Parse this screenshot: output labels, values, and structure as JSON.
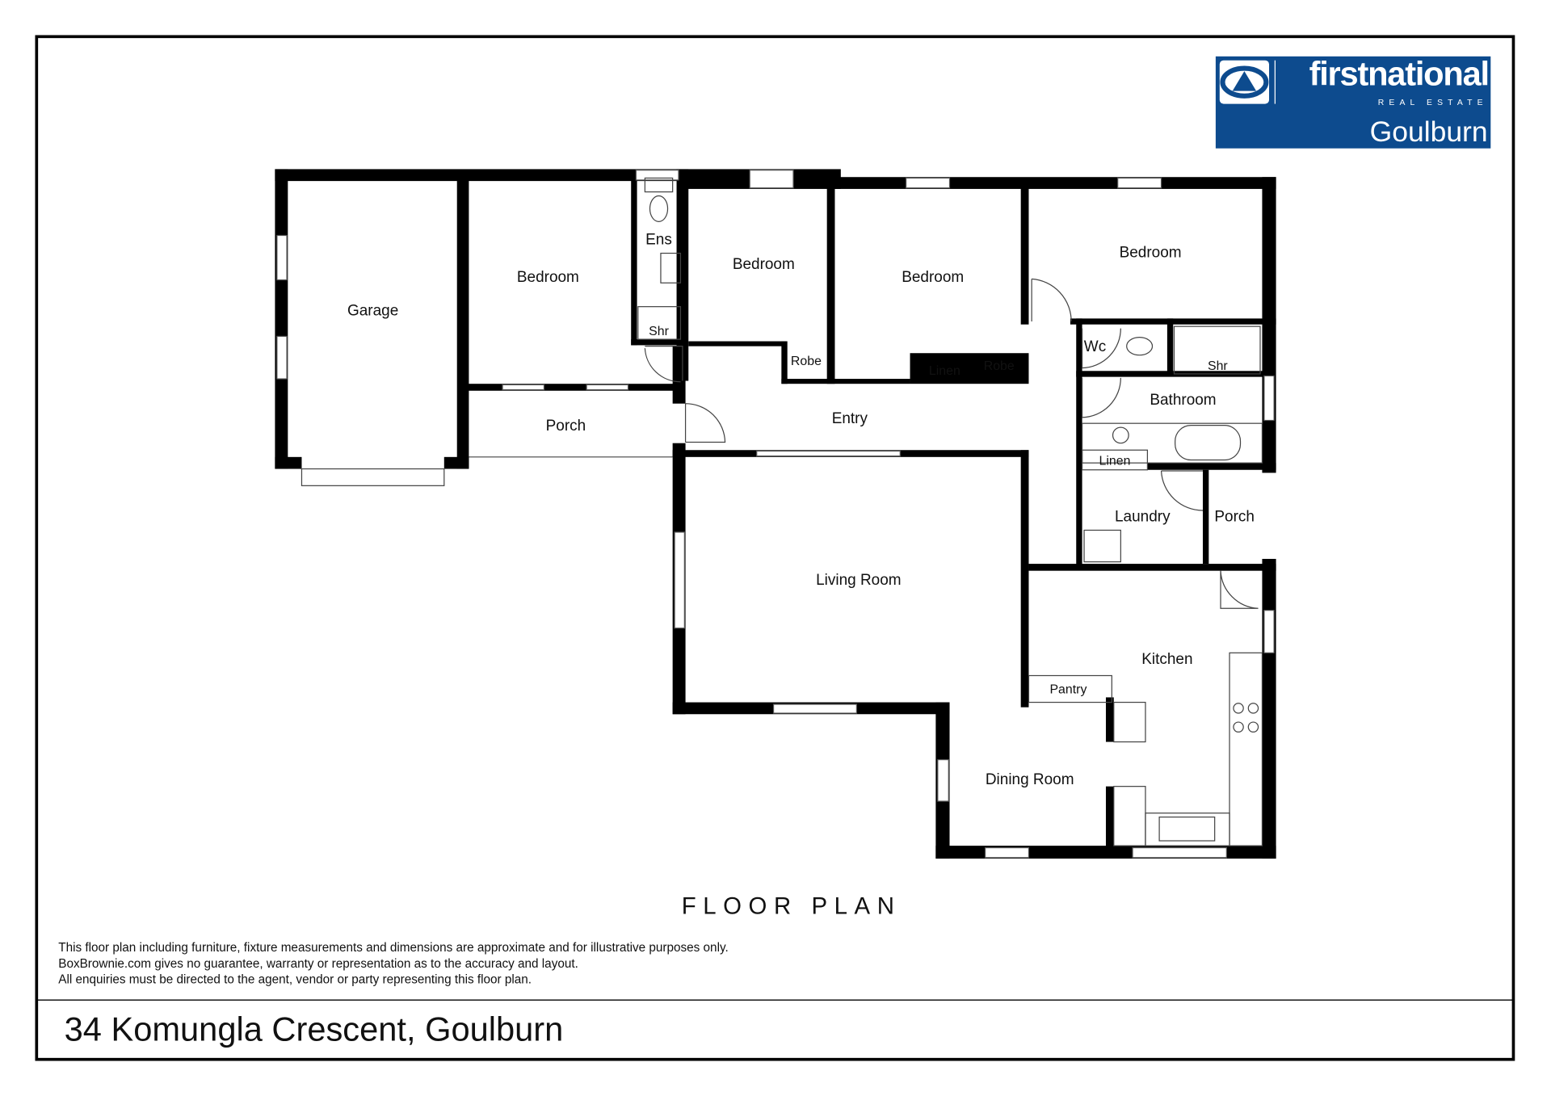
{
  "logo": {
    "brand": "firstnational",
    "tagline": "REAL ESTATE",
    "office": "Goulburn",
    "color": "#0d4b8e"
  },
  "rooms": {
    "garage": "Garage",
    "bedroom1": "Bedroom",
    "ensuite": "Ens",
    "ensuite_shower": "Shr",
    "bedroom2": "Bedroom",
    "bedroom3": "Bedroom",
    "bedroom4": "Bedroom",
    "robe1": "Robe",
    "robe2": "Robe",
    "linen1": "Linen",
    "porch1": "Porch",
    "entry": "Entry",
    "wc": "Wc",
    "shower": "Shr",
    "bathroom": "Bathroom",
    "linen2": "Linen",
    "laundry": "Laundry",
    "porch2": "Porch",
    "living": "Living Room",
    "kitchen": "Kitchen",
    "pantry": "Pantry",
    "dining": "Dining Room"
  },
  "title": "FLOOR PLAN",
  "disclaimer": [
    "This floor plan including furniture, fixture measurements and dimensions are approximate and for illustrative purposes only.",
    "BoxBrownie.com gives no guarantee, warranty or representation as to the accuracy and layout.",
    "All enquiries must be directed to the agent, vendor or party representing this floor plan."
  ],
  "address": "34 Komungla Crescent, Goulburn"
}
